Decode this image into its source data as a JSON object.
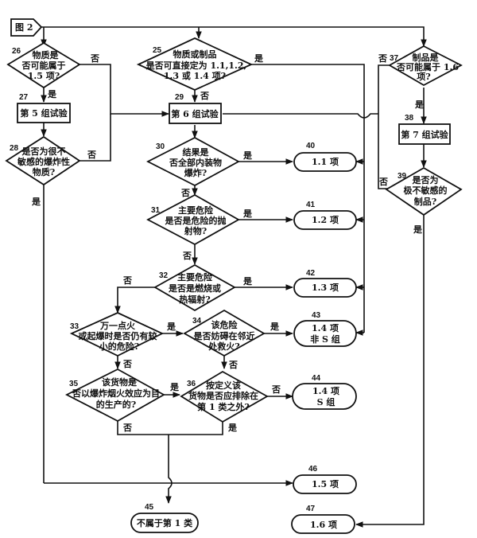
{
  "figure": {
    "start_label": "图 2"
  },
  "nodes": {
    "d26": {
      "num": "26",
      "lines": [
        "物质是",
        "否可能属于",
        "1.5 项?"
      ]
    },
    "b27": {
      "num": "27",
      "lines": [
        "第 5 组试验"
      ]
    },
    "d28": {
      "num": "28",
      "lines": [
        "是否为很不",
        "敏感的爆炸性",
        "物质?"
      ]
    },
    "d25": {
      "num": "25",
      "lines": [
        "物质或制品",
        "是否可直接定为 1.1,1.2,",
        "1.3 或 1.4 项?"
      ]
    },
    "b29": {
      "num": "29",
      "lines": [
        "第 6 组试验"
      ]
    },
    "d30": {
      "num": "30",
      "lines": [
        "结果是",
        "否全部内装物",
        "爆炸?"
      ]
    },
    "d31": {
      "num": "31",
      "lines": [
        "主要危险",
        "是否是危险的抛",
        "射物?"
      ]
    },
    "d32": {
      "num": "32",
      "lines": [
        "主要危险",
        "是否是燃烧或",
        "热辐射?"
      ]
    },
    "d33": {
      "num": "33",
      "lines": [
        "万一点火",
        "或起爆时是否仍有较",
        "小的危险?"
      ]
    },
    "d34": {
      "num": "34",
      "lines": [
        "该危险",
        "是否妨碍在邻近",
        "处救火?"
      ]
    },
    "d35": {
      "num": "35",
      "lines": [
        "该货物是",
        "否以爆炸烟火效应为目",
        "的生产的?"
      ]
    },
    "d36": {
      "num": "36",
      "lines": [
        "按定义该",
        "货物是否应排除在",
        "第 1 类之外?"
      ]
    },
    "d37": {
      "num": "37",
      "lines": [
        "制品是",
        "否可能属于 1.6",
        "项?"
      ]
    },
    "b38": {
      "num": "38",
      "lines": [
        "第 7 组试验"
      ]
    },
    "d39": {
      "num": "39",
      "lines": [
        "是否为",
        "极不敏感的",
        "制品?"
      ]
    },
    "t40": {
      "num": "40",
      "lines": [
        "1.1 项"
      ]
    },
    "t41": {
      "num": "41",
      "lines": [
        "1.2 项"
      ]
    },
    "t42": {
      "num": "42",
      "lines": [
        "1.3 项"
      ]
    },
    "t43": {
      "num": "43",
      "lines": [
        "1.4 项",
        "非 S 组"
      ]
    },
    "t44": {
      "num": "44",
      "lines": [
        "1.4 项",
        "S 组"
      ]
    },
    "t45": {
      "num": "45",
      "lines": [
        "不属于第 1 类"
      ]
    },
    "t46": {
      "num": "46",
      "lines": [
        "1.5 项"
      ]
    },
    "t47": {
      "num": "47",
      "lines": [
        "1.6 项"
      ]
    }
  },
  "edge_labels": {
    "yes": "是",
    "no": "否"
  }
}
